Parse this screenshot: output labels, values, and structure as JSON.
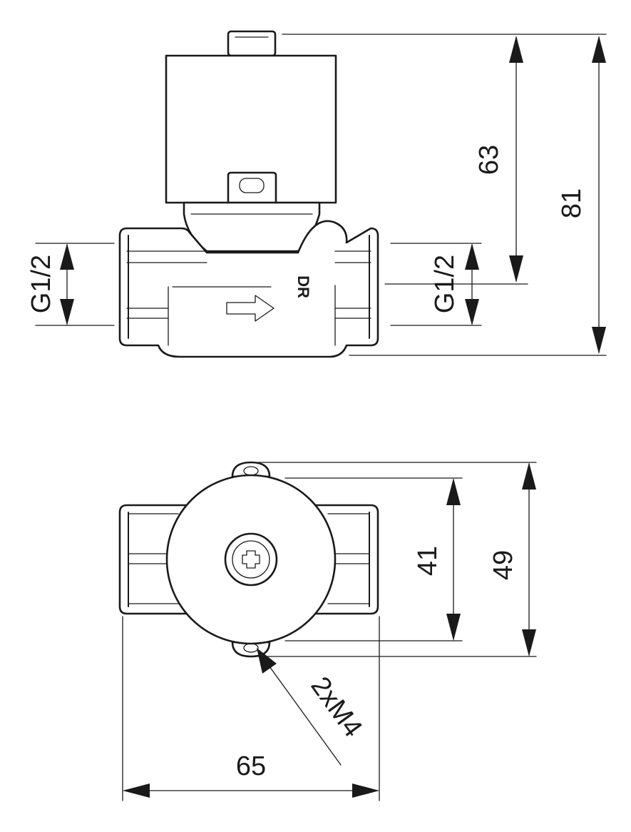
{
  "side_view": {
    "height_coil": "63",
    "height_total": "81",
    "port_left": "G1/2",
    "port_right": "G1/2",
    "body_marking": "DR"
  },
  "top_view": {
    "mount_spacing": "41",
    "depth": "49",
    "mount_thread": "2xM4",
    "length": "65"
  }
}
